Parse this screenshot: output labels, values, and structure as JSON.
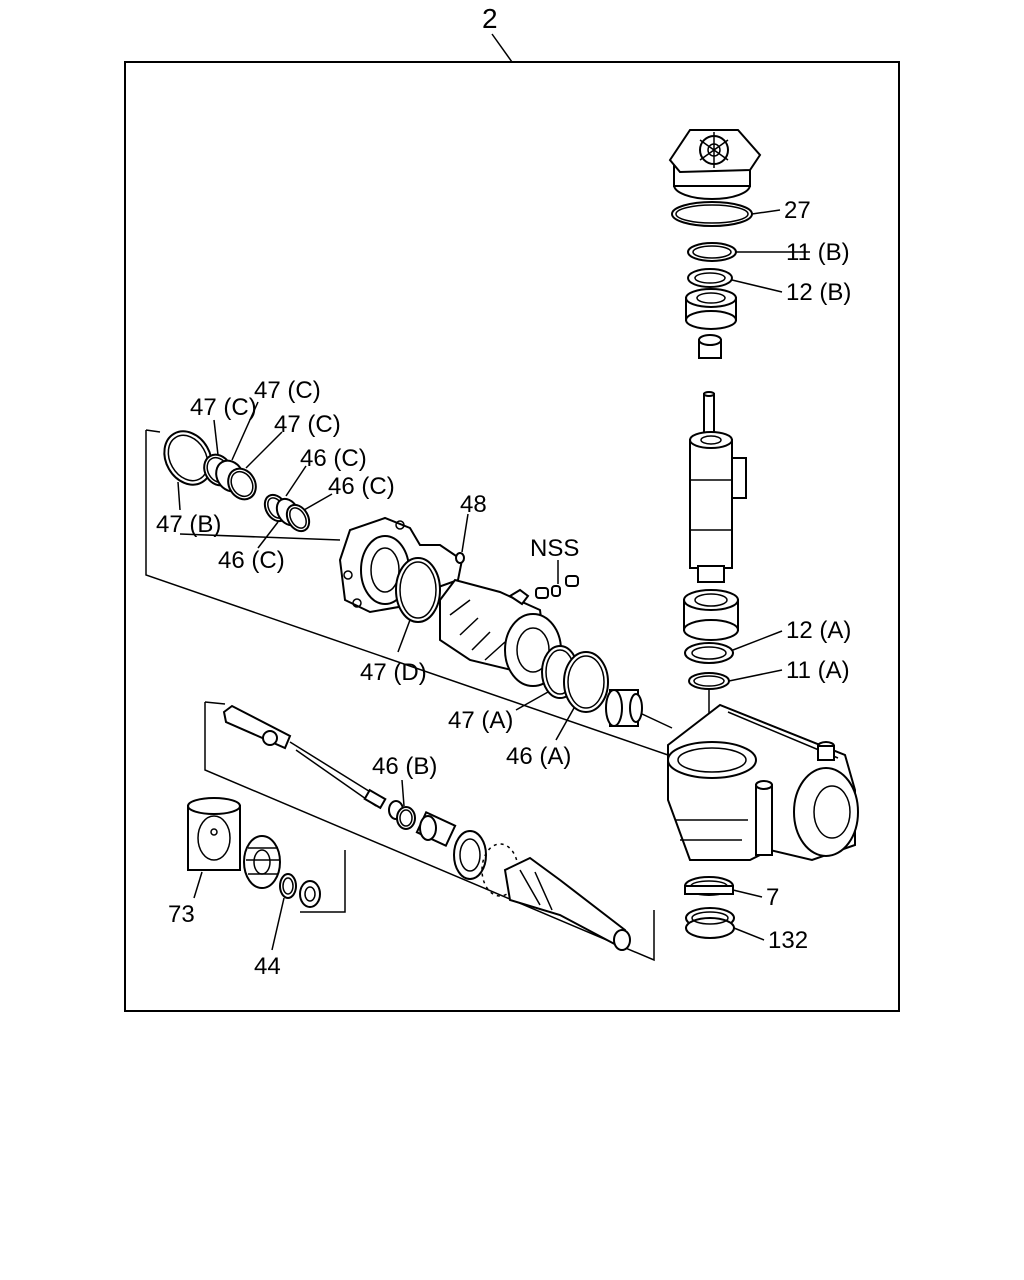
{
  "assembly": {
    "number": "2"
  },
  "labels": {
    "l27": "27",
    "l11b": "11 (B)",
    "l12b": "12 (B)",
    "l12a": "12 (A)",
    "l11a": "11 (A)",
    "l7": "7",
    "l132": "132",
    "l47c1": "47 (C)",
    "l47c2": "47 (C)",
    "l47c3": "47 (C)",
    "l46c1": "46 (C)",
    "l46c2": "46 (C)",
    "l46c3": "46 (C)",
    "l47b": "47 (B)",
    "l48": "48",
    "lnss": "NSS",
    "l47d": "47 (D)",
    "l47a": "47 (A)",
    "l46a": "46 (A)",
    "l46b": "46 (B)",
    "l73": "73",
    "l44": "44"
  }
}
